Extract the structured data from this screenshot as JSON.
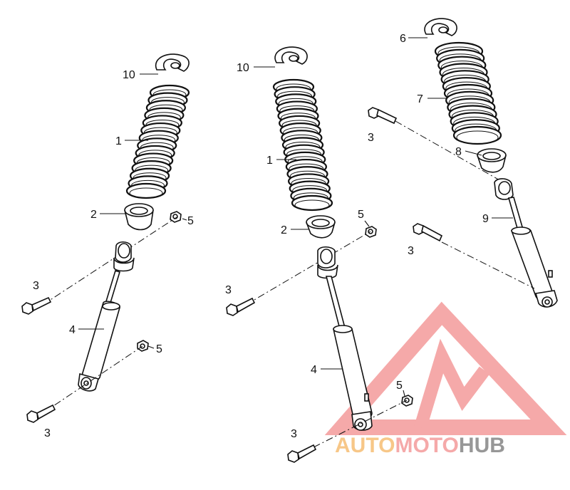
{
  "diagram": {
    "labels": {
      "left_10": "10",
      "left_1": "1",
      "left_2": "2",
      "left_5a": "5",
      "left_3a": "3",
      "left_4": "4",
      "left_5b": "5",
      "left_3b": "3",
      "mid_10": "10",
      "mid_1": "1",
      "mid_2": "2",
      "mid_5a": "5",
      "mid_3a": "3",
      "mid_4": "4",
      "mid_5b": "5",
      "mid_3b": "3",
      "right_6": "6",
      "right_7": "7",
      "right_3a": "3",
      "right_8": "8",
      "right_9": "9",
      "right_3b": "3"
    }
  },
  "watermark": {
    "part1": "AUTO",
    "part2": "MOTO",
    "part3": "HUB",
    "colors": {
      "accent": "#f4a0a0",
      "orange": "#f7c27c",
      "gray": "#8c8c8c"
    }
  }
}
